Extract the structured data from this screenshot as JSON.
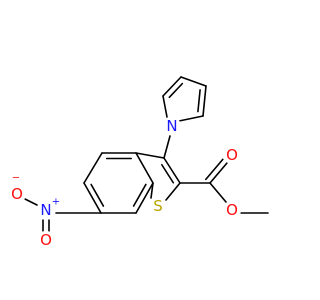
{
  "molecule": {
    "colors": {
      "carbon_bond": "#000000",
      "nitrogen": "#1a1aff",
      "oxygen": "#ff0d0d",
      "sulfur": "#b8a500",
      "background": "#ffffff"
    },
    "atoms": {
      "pyrrole_n": {
        "text": "N",
        "element": "N"
      },
      "nitro_n": {
        "text": "N",
        "element": "N",
        "charge": "+"
      },
      "nitro_o_left": {
        "text": "O",
        "element": "O",
        "charge": "−"
      },
      "nitro_o_bottom": {
        "text": "O",
        "element": "O"
      },
      "ring_s": {
        "text": "S",
        "element": "S"
      },
      "carbonyl_o": {
        "text": "O",
        "element": "O"
      },
      "ester_o": {
        "text": "O",
        "element": "O"
      }
    }
  }
}
